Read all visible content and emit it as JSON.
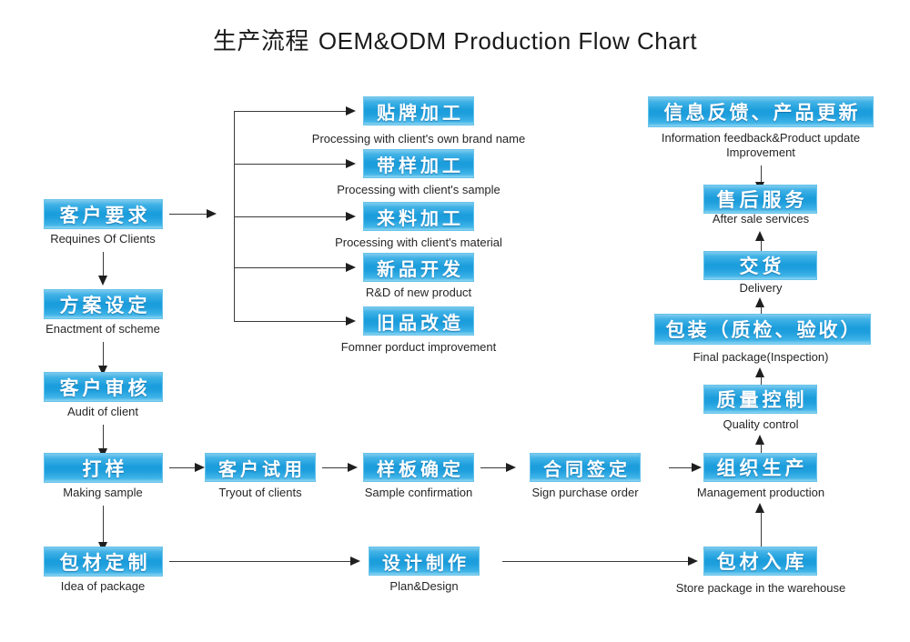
{
  "title": {
    "cn": "生产流程",
    "en": "OEM&ODM Production Flow Chart"
  },
  "colors": {
    "box_top": "#7ecbee",
    "box_mid": "#1a9ddc",
    "box_bottom": "#8ed4f1",
    "box_border": "#66c3ea",
    "box_text": "#ffffff",
    "caption_text": "#262626",
    "connector": "#1f1f1f",
    "background": "#ffffff"
  },
  "nodes": {
    "client_requirements": {
      "cn": "客户要求",
      "en": "Requines Of Clients"
    },
    "scheme": {
      "cn": "方案设定",
      "en": "Enactment of scheme"
    },
    "audit": {
      "cn": "客户审核",
      "en": "Audit of client"
    },
    "making_sample": {
      "cn": "打样",
      "en": "Making sample"
    },
    "idea_package": {
      "cn": "包材定制",
      "en": "Idea of package"
    },
    "branch_brand": {
      "cn": "贴牌加工",
      "en": "Processing with client's own brand name"
    },
    "branch_sample": {
      "cn": "带样加工",
      "en": "Processing with client's sample"
    },
    "branch_material": {
      "cn": "来料加工",
      "en": "Processing with client's material"
    },
    "branch_rd": {
      "cn": "新品开发",
      "en": "R&D of new product"
    },
    "branch_improve": {
      "cn": "旧品改造",
      "en": "Fomner porduct improvement"
    },
    "tryout": {
      "cn": "客户试用",
      "en": "Tryout of clients"
    },
    "sample_confirm": {
      "cn": "样板确定",
      "en": "Sample confirmation"
    },
    "sign_order": {
      "cn": "合同签定",
      "en": "Sign purchase order"
    },
    "plan_design": {
      "cn": "设计制作",
      "en": "Plan&Design"
    },
    "feedback": {
      "cn": "信息反馈、产品更新",
      "en": "Information feedback&Product update\nImprovement"
    },
    "after_sale": {
      "cn": "售后服务",
      "en": "After sale services"
    },
    "delivery": {
      "cn": "交货",
      "en": "Delivery"
    },
    "final_package": {
      "cn": "包装（质检、验收）",
      "en": "Final package(Inspection)"
    },
    "quality_control": {
      "cn": "质量控制",
      "en": "Quality control"
    },
    "management_production": {
      "cn": "组织生产",
      "en": "Management production"
    },
    "store_package": {
      "cn": "包材入库",
      "en": "Store package in the warehouse"
    }
  }
}
